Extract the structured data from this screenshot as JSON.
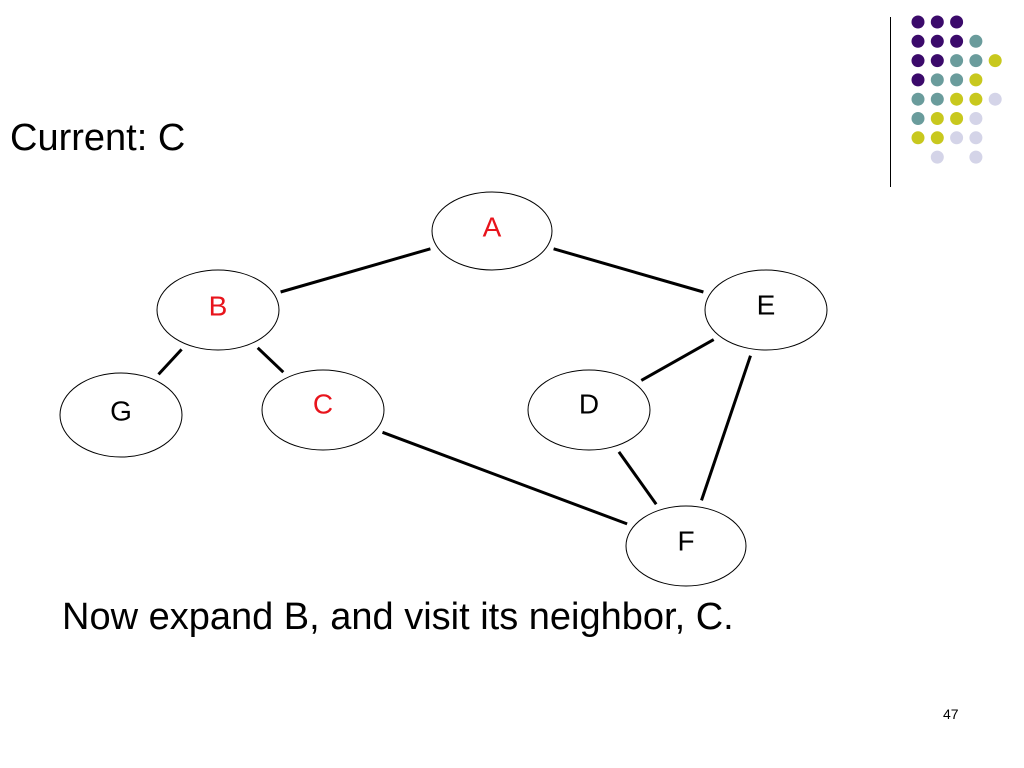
{
  "slide": {
    "title": "Current: C",
    "caption": "Now expand B, and visit its neighbor, C.",
    "page_number": "47"
  },
  "colors": {
    "highlight": "#e8141c",
    "normal": "#000000",
    "dot_purple": "#3b0a6b",
    "dot_teal": "#6a9c9c",
    "dot_yellow": "#c8c81e",
    "dot_lavender": "#d4d4e8"
  },
  "graph": {
    "nodes": [
      {
        "id": "A",
        "label": "A",
        "highlighted": true
      },
      {
        "id": "B",
        "label": "B",
        "highlighted": true
      },
      {
        "id": "C",
        "label": "C",
        "highlighted": true
      },
      {
        "id": "D",
        "label": "D",
        "highlighted": false
      },
      {
        "id": "E",
        "label": "E",
        "highlighted": false
      },
      {
        "id": "F",
        "label": "F",
        "highlighted": false
      },
      {
        "id": "G",
        "label": "G",
        "highlighted": false
      }
    ],
    "edges": [
      [
        "A",
        "B"
      ],
      [
        "A",
        "E"
      ],
      [
        "B",
        "G"
      ],
      [
        "B",
        "C"
      ],
      [
        "C",
        "F"
      ],
      [
        "E",
        "D"
      ],
      [
        "E",
        "F"
      ],
      [
        "D",
        "F"
      ]
    ]
  },
  "decoration": {
    "dot_rows": [
      [
        "dot_purple",
        "dot_purple",
        "dot_purple",
        null,
        null
      ],
      [
        "dot_purple",
        "dot_purple",
        "dot_purple",
        "dot_teal",
        null
      ],
      [
        "dot_purple",
        "dot_purple",
        "dot_teal",
        "dot_teal",
        "dot_yellow"
      ],
      [
        "dot_purple",
        "dot_teal",
        "dot_teal",
        "dot_yellow",
        null
      ],
      [
        "dot_teal",
        "dot_teal",
        "dot_yellow",
        "dot_yellow",
        "dot_lavender"
      ],
      [
        "dot_teal",
        "dot_yellow",
        "dot_yellow",
        "dot_lavender",
        null
      ],
      [
        "dot_yellow",
        "dot_yellow",
        "dot_lavender",
        "dot_lavender",
        null
      ],
      [
        null,
        "dot_lavender",
        null,
        "dot_lavender",
        null
      ]
    ]
  }
}
